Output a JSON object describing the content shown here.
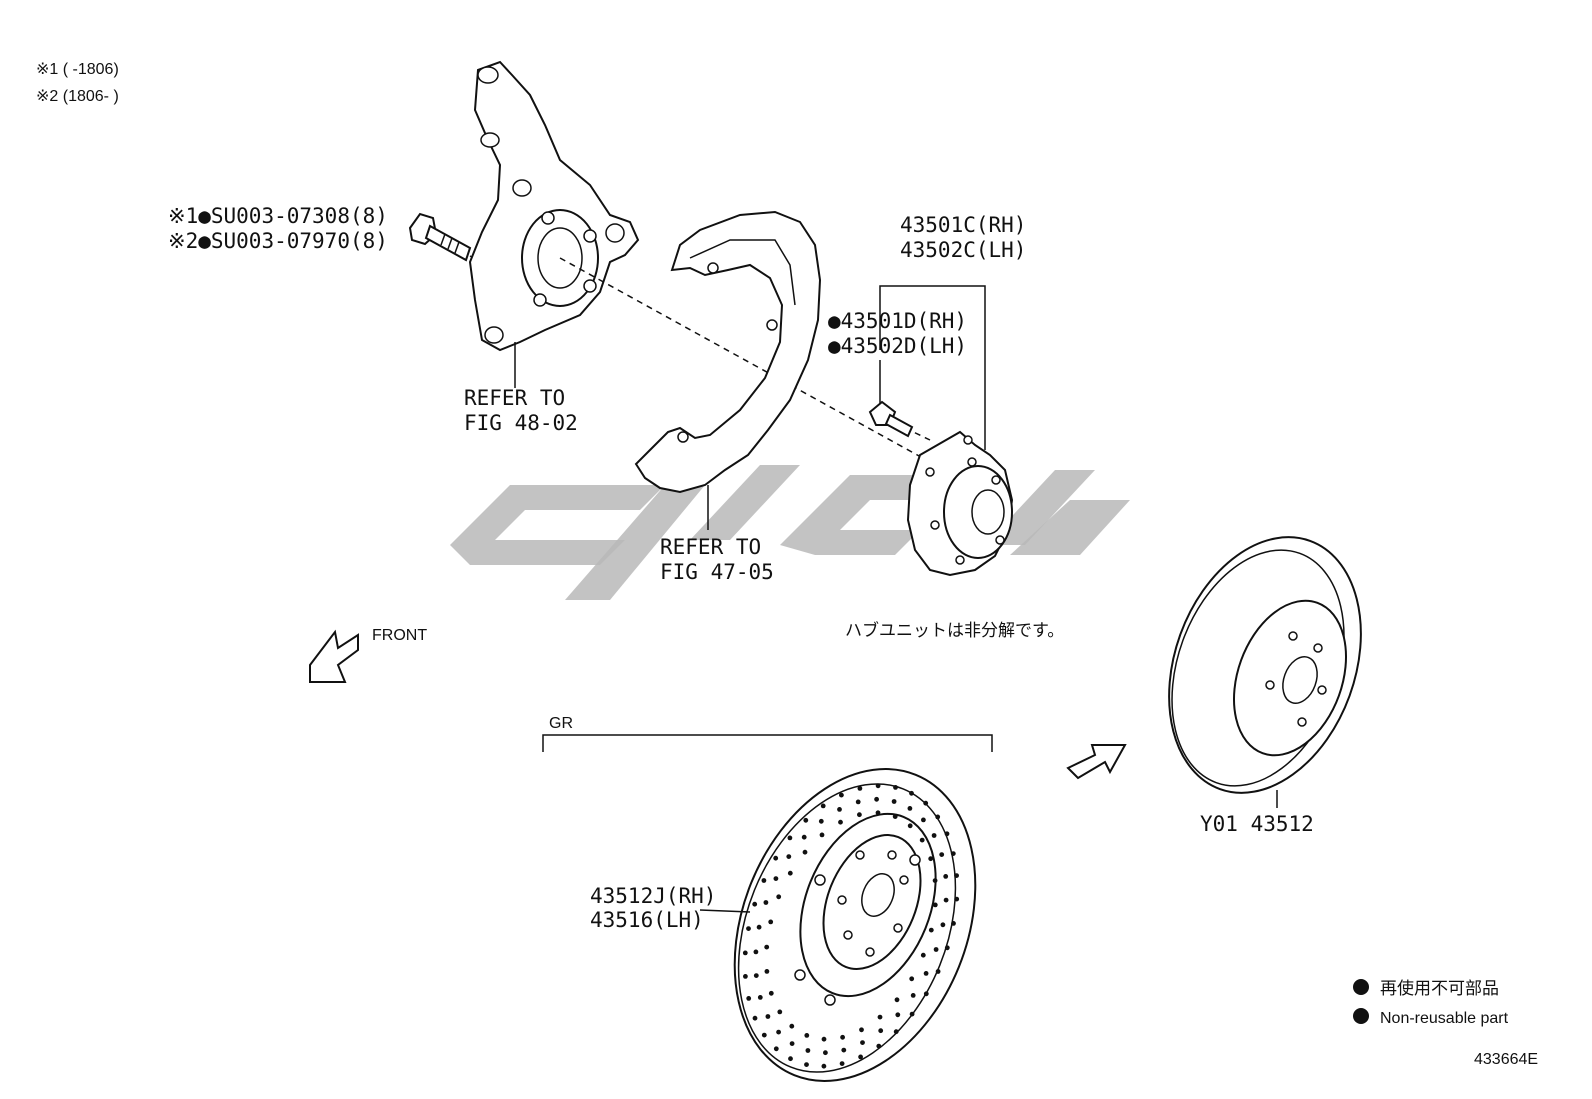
{
  "notes": {
    "note1": "※1 (      -1806)",
    "note2": "※2 (1806-      )"
  },
  "bolts": {
    "bolt1": "※1●SU003-07308(8)",
    "bolt2": "※2●SU003-07970(8)"
  },
  "knuckle_ref": {
    "line1": "REFER TO",
    "line2": "FIG 48-02"
  },
  "shield_ref": {
    "line1": "REFER TO",
    "line2": "FIG 47-05"
  },
  "hub": {
    "rh": "43501C(RH)",
    "lh": "43502C(LH)",
    "bolt_rh": "●43501D(RH)",
    "bolt_lh": "●43502D(LH)",
    "note_jp": "ハブユニットは非分解です。"
  },
  "front_label": "FRONT",
  "gr_label": "GR",
  "gr_disc": {
    "rh": "43512J(RH)",
    "lh": "43516(LH)"
  },
  "std_disc": "Y01 43512",
  "legend": {
    "jp": "再使用不可部品",
    "en": "Non-reusable part"
  },
  "figure_id": "433664E"
}
